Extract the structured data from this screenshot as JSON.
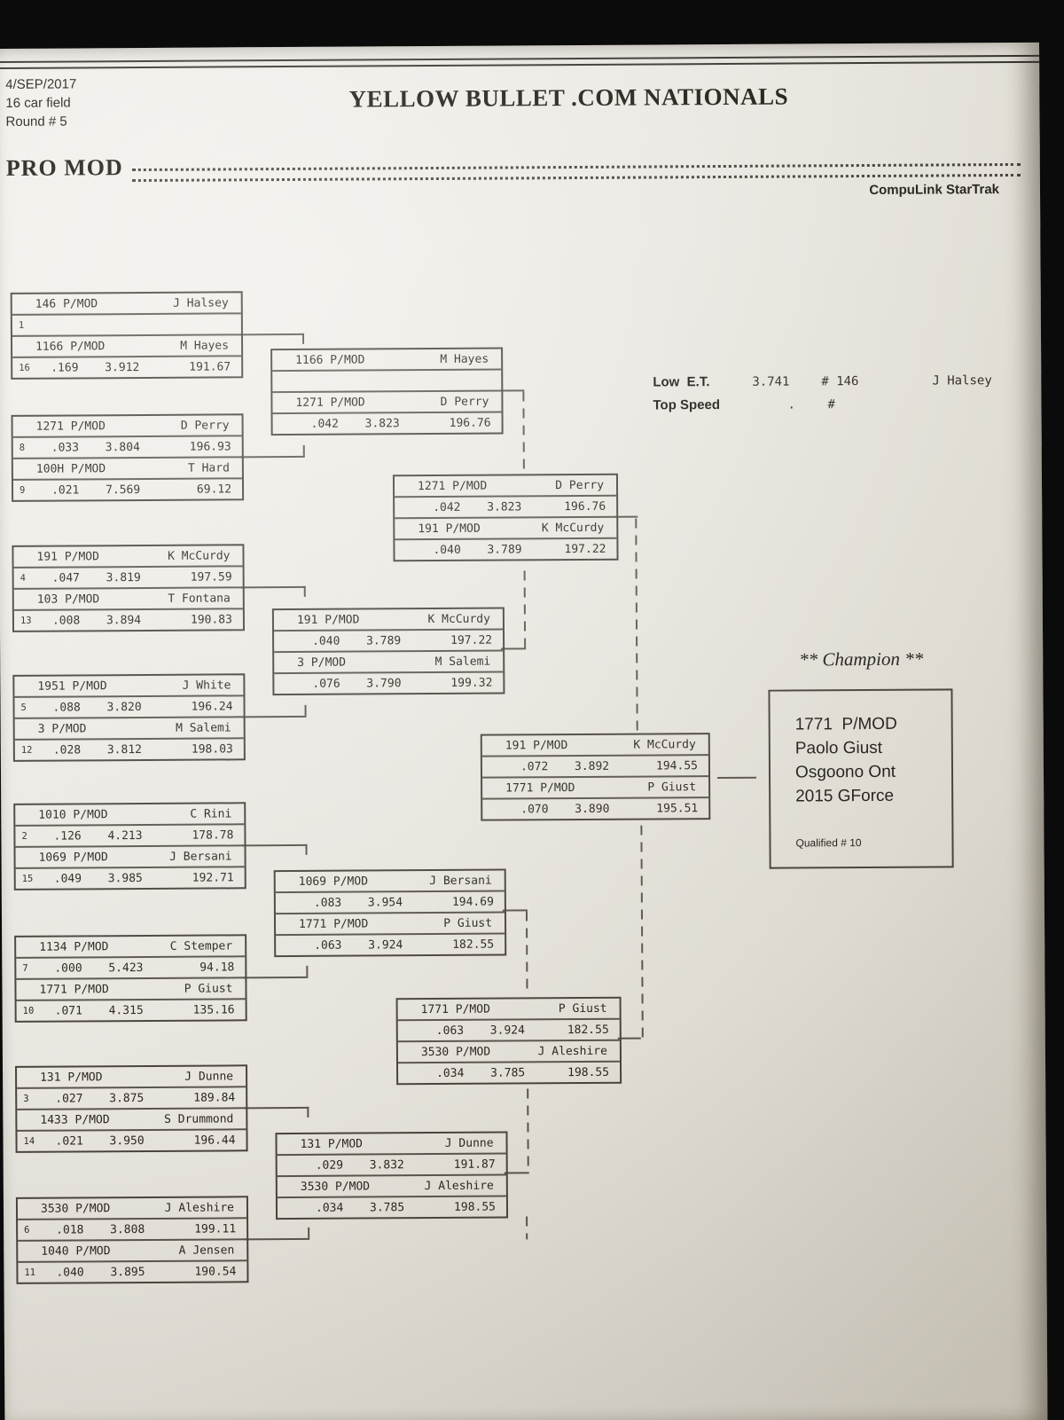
{
  "header": {
    "date": "4/SEP/2017",
    "field": "16 car field",
    "round": "Round # 5",
    "title": "YELLOW BULLET .COM NATIONALS",
    "class_label": "PRO MOD",
    "system": "CompuLink StarTrak"
  },
  "records": {
    "low_et_label": "Low  E.T.",
    "low_et_value": "3.741",
    "low_et_car": "# 146",
    "low_et_driver": "J Halsey",
    "top_speed_label": "Top Speed",
    "top_speed_value": ".",
    "top_speed_car": "#"
  },
  "champion": {
    "heading": "** Champion **",
    "car": "1771  P/MOD",
    "driver": "Paolo Giust",
    "hometown": "Osgoono Ont",
    "vehicle": "2015 GForce",
    "qualified": "Qualified # 10"
  },
  "bracket": {
    "round1": [
      {
        "entries": [
          {
            "car": "146 P/MOD",
            "driver": "J Halsey",
            "seed": "1",
            "rt": "",
            "et": "",
            "mph": ""
          },
          {
            "car": "1166 P/MOD",
            "driver": "M Hayes",
            "seed": "16",
            "rt": ".169",
            "et": "3.912",
            "mph": "191.67"
          }
        ]
      },
      {
        "entries": [
          {
            "car": "1271 P/MOD",
            "driver": "D Perry",
            "seed": "8",
            "rt": ".033",
            "et": "3.804",
            "mph": "196.93"
          },
          {
            "car": "100H P/MOD",
            "driver": "T Hard",
            "seed": "9",
            "rt": ".021",
            "et": "7.569",
            "mph": "69.12"
          }
        ]
      },
      {
        "entries": [
          {
            "car": "191 P/MOD",
            "driver": "K McCurdy",
            "seed": "4",
            "rt": ".047",
            "et": "3.819",
            "mph": "197.59"
          },
          {
            "car": "103 P/MOD",
            "driver": "T Fontana",
            "seed": "13",
            "rt": ".008",
            "et": "3.894",
            "mph": "190.83"
          }
        ]
      },
      {
        "entries": [
          {
            "car": "1951 P/MOD",
            "driver": "J White",
            "seed": "5",
            "rt": ".088",
            "et": "3.820",
            "mph": "196.24"
          },
          {
            "car": "3 P/MOD",
            "driver": "M Salemi",
            "seed": "12",
            "rt": ".028",
            "et": "3.812",
            "mph": "198.03"
          }
        ]
      },
      {
        "entries": [
          {
            "car": "1010 P/MOD",
            "driver": "C Rini",
            "seed": "2",
            "rt": ".126",
            "et": "4.213",
            "mph": "178.78"
          },
          {
            "car": "1069 P/MOD",
            "driver": "J Bersani",
            "seed": "15",
            "rt": ".049",
            "et": "3.985",
            "mph": "192.71"
          }
        ]
      },
      {
        "entries": [
          {
            "car": "1134 P/MOD",
            "driver": "C Stemper",
            "seed": "7",
            "rt": ".000",
            "et": "5.423",
            "mph": "94.18"
          },
          {
            "car": "1771 P/MOD",
            "driver": "P Giust",
            "seed": "10",
            "rt": ".071",
            "et": "4.315",
            "mph": "135.16"
          }
        ]
      },
      {
        "entries": [
          {
            "car": "131 P/MOD",
            "driver": "J Dunne",
            "seed": "3",
            "rt": ".027",
            "et": "3.875",
            "mph": "189.84"
          },
          {
            "car": "1433 P/MOD",
            "driver": "S Drummond",
            "seed": "14",
            "rt": ".021",
            "et": "3.950",
            "mph": "196.44"
          }
        ]
      },
      {
        "entries": [
          {
            "car": "3530 P/MOD",
            "driver": "J Aleshire",
            "seed": "6",
            "rt": ".018",
            "et": "3.808",
            "mph": "199.11"
          },
          {
            "car": "1040 P/MOD",
            "driver": "A Jensen",
            "seed": "11",
            "rt": ".040",
            "et": "3.895",
            "mph": "190.54"
          }
        ]
      }
    ],
    "round2": [
      {
        "entries": [
          {
            "car": "1166 P/MOD",
            "driver": "M Hayes",
            "seed": "",
            "rt": "",
            "et": "",
            "mph": ""
          },
          {
            "car": "1271 P/MOD",
            "driver": "D Perry",
            "seed": "",
            "rt": ".042",
            "et": "3.823",
            "mph": "196.76"
          }
        ]
      },
      {
        "entries": [
          {
            "car": "191 P/MOD",
            "driver": "K McCurdy",
            "seed": "",
            "rt": ".040",
            "et": "3.789",
            "mph": "197.22"
          },
          {
            "car": "3 P/MOD",
            "driver": "M Salemi",
            "seed": "",
            "rt": ".076",
            "et": "3.790",
            "mph": "199.32"
          }
        ]
      },
      {
        "entries": [
          {
            "car": "1069 P/MOD",
            "driver": "J Bersani",
            "seed": "",
            "rt": ".083",
            "et": "3.954",
            "mph": "194.69"
          },
          {
            "car": "1771 P/MOD",
            "driver": "P Giust",
            "seed": "",
            "rt": ".063",
            "et": "3.924",
            "mph": "182.55"
          }
        ]
      },
      {
        "entries": [
          {
            "car": "131 P/MOD",
            "driver": "J Dunne",
            "seed": "",
            "rt": ".029",
            "et": "3.832",
            "mph": "191.87"
          },
          {
            "car": "3530 P/MOD",
            "driver": "J Aleshire",
            "seed": "",
            "rt": ".034",
            "et": "3.785",
            "mph": "198.55"
          }
        ]
      }
    ],
    "semifinals": [
      {
        "entries": [
          {
            "car": "1271 P/MOD",
            "driver": "D Perry",
            "seed": "",
            "rt": ".042",
            "et": "3.823",
            "mph": "196.76"
          },
          {
            "car": "191 P/MOD",
            "driver": "K McCurdy",
            "seed": "",
            "rt": ".040",
            "et": "3.789",
            "mph": "197.22"
          }
        ]
      },
      {
        "entries": [
          {
            "car": "1771 P/MOD",
            "driver": "P Giust",
            "seed": "",
            "rt": ".063",
            "et": "3.924",
            "mph": "182.55"
          },
          {
            "car": "3530 P/MOD",
            "driver": "J Aleshire",
            "seed": "",
            "rt": ".034",
            "et": "3.785",
            "mph": "198.55"
          }
        ]
      }
    ],
    "final": [
      {
        "entries": [
          {
            "car": "191 P/MOD",
            "driver": "K McCurdy",
            "seed": "",
            "rt": ".072",
            "et": "3.892",
            "mph": "194.55"
          },
          {
            "car": "1771 P/MOD",
            "driver": "P Giust",
            "seed": "",
            "rt": ".070",
            "et": "3.890",
            "mph": "195.51"
          }
        ]
      }
    ]
  }
}
